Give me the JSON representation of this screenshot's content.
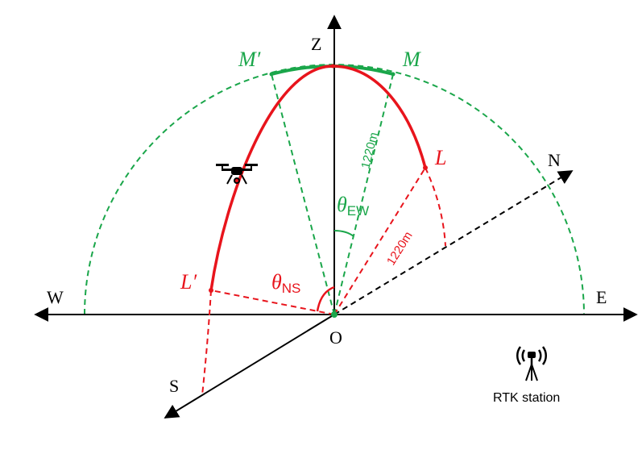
{
  "colors": {
    "green": "#1aa64a",
    "red": "#e8141c",
    "black": "#000000"
  },
  "axes": {
    "z": "Z",
    "n": "N",
    "e": "E",
    "w": "W",
    "s": "S",
    "origin": "O"
  },
  "points": {
    "m": "M",
    "m_prime": "M′",
    "l": "L",
    "l_prime": "L′"
  },
  "angles": {
    "ew_symbol": "θ",
    "ew_sub": "EW",
    "ns_symbol": "θ",
    "ns_sub": "NS"
  },
  "distances": {
    "green": "1220m",
    "red": "1220m"
  },
  "station": {
    "label": "RTK station",
    "icon": "antenna-tripod-icon"
  },
  "drone": {
    "icon": "drone-icon"
  }
}
